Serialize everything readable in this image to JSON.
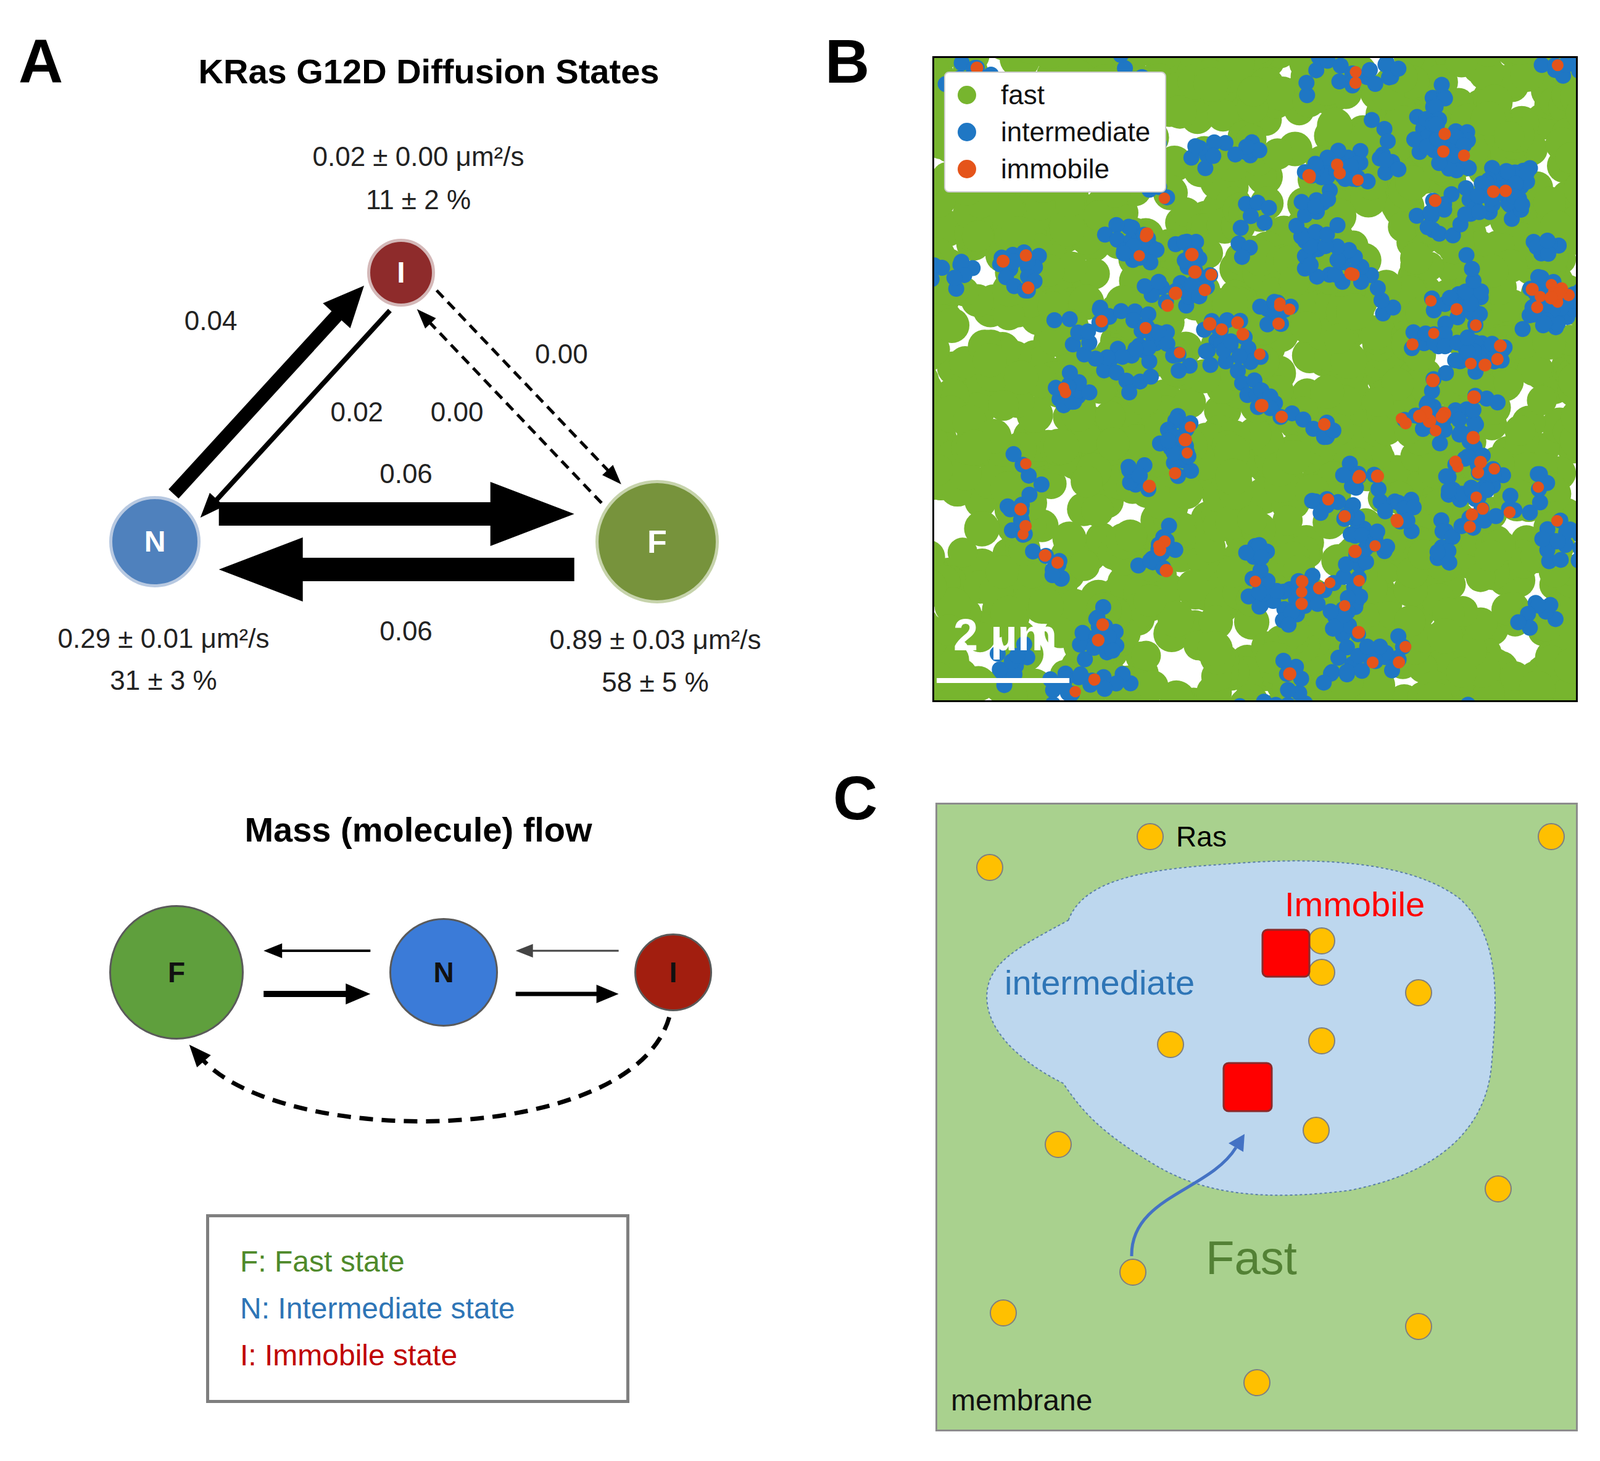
{
  "diagram": {
    "nodes": [
      {
        "text": [
          "I",
          "0.02 ± 0.00 μm²/s",
          "11 ± 2 %"
        ]
      },
      {
        "text": [
          "N",
          "0.29 ± 0.01 μm²/s",
          "31 ± 3 %"
        ]
      },
      {
        "text": [
          "F",
          "0.89 ± 0.03 μm²/s",
          "58 ± 5 %"
        ]
      },
      {
        "text": [
          "F"
        ]
      },
      {
        "text": [
          "N"
        ]
      },
      {
        "text": [
          "I"
        ]
      },
      {
        "text": [
          "F: Fast state",
          "N: Intermediate state",
          "I: Immobile state"
        ]
      },
      {
        "text": [
          "Fast",
          "membrane"
        ]
      },
      {
        "text": [
          "intermediate",
          "Immobile"
        ],
        "in": 7
      }
    ],
    "edges": [
      {
        "from": 1,
        "to": 0,
        "label": "0.04",
        "arrow": "to"
      },
      {
        "from": 0,
        "to": 1,
        "label": "0.02",
        "arrow": "to"
      },
      {
        "from": 0,
        "to": 2,
        "label": "0.00",
        "arrow": "to"
      },
      {
        "from": 2,
        "to": 0,
        "label": "0.00",
        "arrow": "to"
      },
      {
        "from": 1,
        "to": 2,
        "label": "0.06",
        "arrow": "to"
      },
      {
        "from": 2,
        "to": 1,
        "label": "0.06",
        "arrow": "to"
      },
      {
        "from": 3,
        "to": 4,
        "arrow": "to"
      },
      {
        "from": 4,
        "to": 3,
        "arrow": "to"
      },
      {
        "from": 4,
        "to": 5,
        "arrow": "to"
      },
      {
        "from": 5,
        "to": 4,
        "arrow": "to"
      },
      {
        "from": 5,
        "to": 3,
        "arrow": "to"
      }
    ],
    "labels": [
      "A",
      "KRas G12D Diffusion States",
      "Mass (molecule) flow",
      "B",
      "2 μm",
      "C",
      "Ras"
    ],
    "legend": [
      {
        "text": "fast",
        "color": "#77b52e"
      },
      {
        "text": "intermediate",
        "color": "#1f77c4"
      },
      {
        "text": "immobile",
        "color": "#e5541a"
      }
    ]
  }
}
